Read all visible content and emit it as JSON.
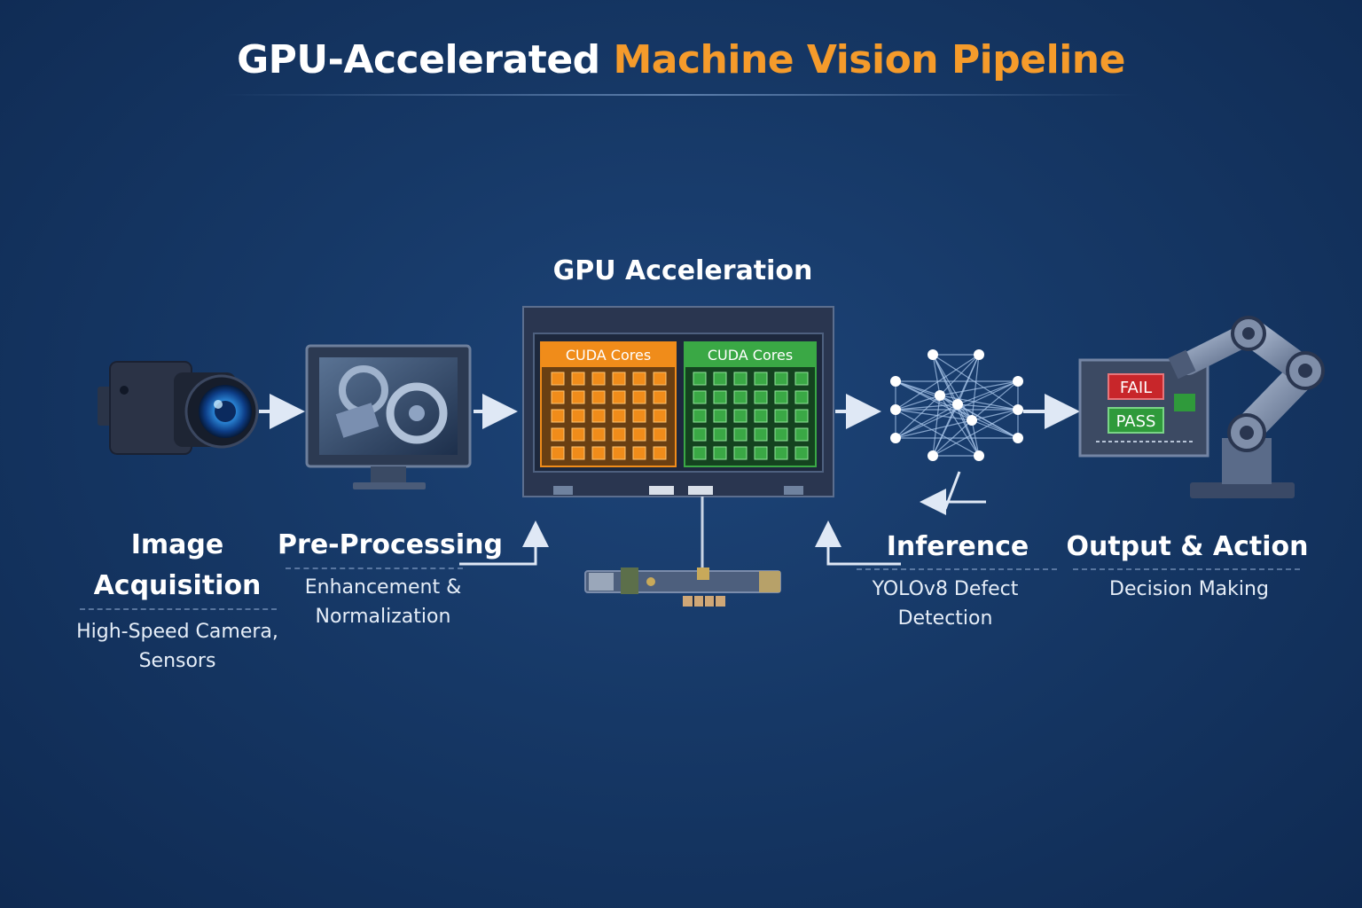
{
  "title": {
    "part1": "GPU-Accelerated ",
    "part2": "Machine Vision Pipeline",
    "accent_color": "#f59b2b"
  },
  "gpu": {
    "title": "GPU Acceleration",
    "cores_left": "CUDA Cores",
    "cores_right": "CUDA Cores",
    "left_color": "#f08c1a",
    "right_color": "#3aa845"
  },
  "stages": [
    {
      "name": "Image Acquisition",
      "title_lines": [
        "Image",
        "Acquisition"
      ],
      "sub_lines": [
        "High-Speed Camera,",
        "Sensors"
      ]
    },
    {
      "name": "Pre-Processing",
      "title_lines": [
        "Pre-Processing"
      ],
      "sub_lines": [
        "Enhancement &",
        "Normalization"
      ]
    },
    {
      "name": "Inference",
      "title_lines": [
        "Inference"
      ],
      "sub_lines": [
        "YOLOv8 Defect",
        "Detection"
      ]
    },
    {
      "name": "Output & Action",
      "title_lines": [
        "Output & Action"
      ],
      "sub_lines": [
        "Decision Making"
      ]
    }
  ],
  "output_panel": {
    "fail": "FAIL",
    "pass": "PASS",
    "fail_color": "#c8262a",
    "pass_color": "#2f9a3b"
  },
  "icons": [
    "camera-icon",
    "monitor-icon",
    "gpu-card-icon",
    "neural-network-icon",
    "robot-arm-icon"
  ]
}
